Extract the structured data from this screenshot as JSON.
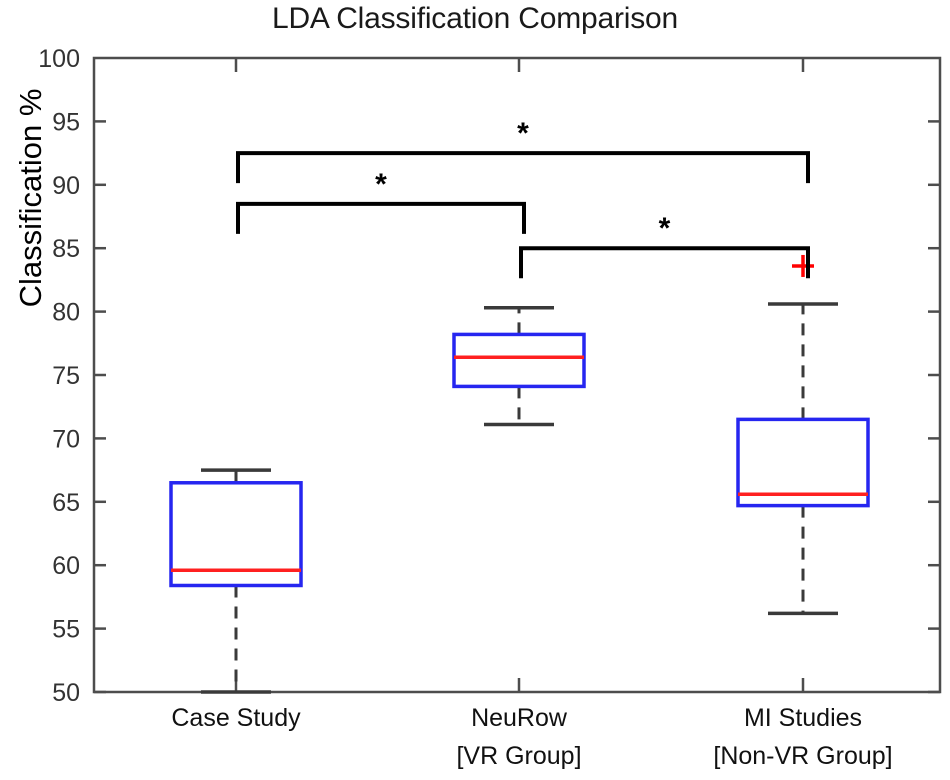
{
  "chart_data": {
    "type": "box",
    "title": "LDA Classification Comparison",
    "xlabel": "",
    "ylabel": "Classification %",
    "ylim": [
      50,
      100
    ],
    "yticks": [
      50,
      55,
      60,
      65,
      70,
      75,
      80,
      85,
      90,
      95,
      100
    ],
    "ytick_labels": [
      "50",
      "55",
      "60",
      "65",
      "70",
      "75",
      "80",
      "85",
      "90",
      "95",
      "100"
    ],
    "grid": false,
    "legend": "none",
    "categories": [
      "Case Study",
      "NeuRow",
      "MI Studies"
    ],
    "category_sublabels": [
      "",
      "[VR Group]",
      "[Non-VR Group]"
    ],
    "boxes": [
      {
        "name": "Case Study",
        "whisker_low": 50.0,
        "q1": 58.4,
        "median": 59.6,
        "q3": 66.5,
        "whisker_high": 67.5,
        "outliers": []
      },
      {
        "name": "NeuRow",
        "whisker_low": 71.1,
        "q1": 74.1,
        "median": 76.4,
        "q3": 78.2,
        "whisker_high": 80.3,
        "outliers": []
      },
      {
        "name": "MI Studies",
        "whisker_low": 56.2,
        "q1": 64.7,
        "median": 65.6,
        "q3": 71.5,
        "whisker_high": 80.6,
        "outliers": [
          83.6
        ]
      }
    ],
    "significance_brackets": [
      {
        "from": "Case Study",
        "to": "MI Studies",
        "label": "*",
        "level": 92.5
      },
      {
        "from": "Case Study",
        "to": "NeuRow",
        "label": "*",
        "level": 88.5
      },
      {
        "from": "NeuRow",
        "to": "MI Studies",
        "label": "*",
        "level": 85.0
      }
    ],
    "colors": {
      "box_edge": "#2626f0",
      "median": "#ff2020",
      "whisker": "#3a3a3a",
      "outlier": "#ff0000",
      "axis": "#4d4d4d",
      "bracket": "#000000"
    }
  }
}
